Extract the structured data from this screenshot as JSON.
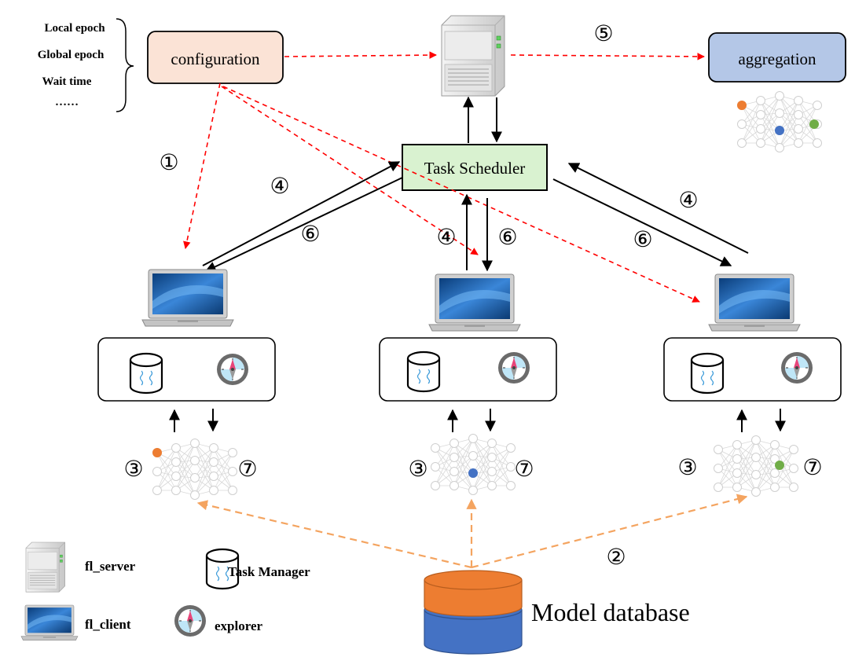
{
  "config_params": [
    "Local epoch",
    "Global epoch",
    "Wait time",
    "……"
  ],
  "configuration_label": "configuration",
  "aggregation_label": "aggregation",
  "task_scheduler_label": "Task Scheduler",
  "model_database_label": "Model database",
  "steps": {
    "s1": "①",
    "s2": "②",
    "s3": "③",
    "s4": "④",
    "s5": "⑤",
    "s6": "⑥",
    "s7": "⑦"
  },
  "legend": {
    "server": "fl_server",
    "task_manager": "Task Manager",
    "client": "fl_client",
    "explorer": "explorer"
  },
  "colors": {
    "config_fill": "#fbe3d6",
    "aggregation_fill": "#b4c7e7",
    "scheduler_fill": "#d9f2d0",
    "red_dashed": "#ff0000",
    "orange_dashed": "#f4a460",
    "db_top": "#ed7d31",
    "db_bottom": "#4472c4",
    "node_orange": "#ed7d31",
    "node_blue": "#4472c4",
    "node_green": "#70ad47"
  },
  "icons": [
    "server-icon",
    "laptop-icon",
    "task-manager-icon",
    "explorer-icon",
    "neural-network-icon",
    "database-icon"
  ]
}
